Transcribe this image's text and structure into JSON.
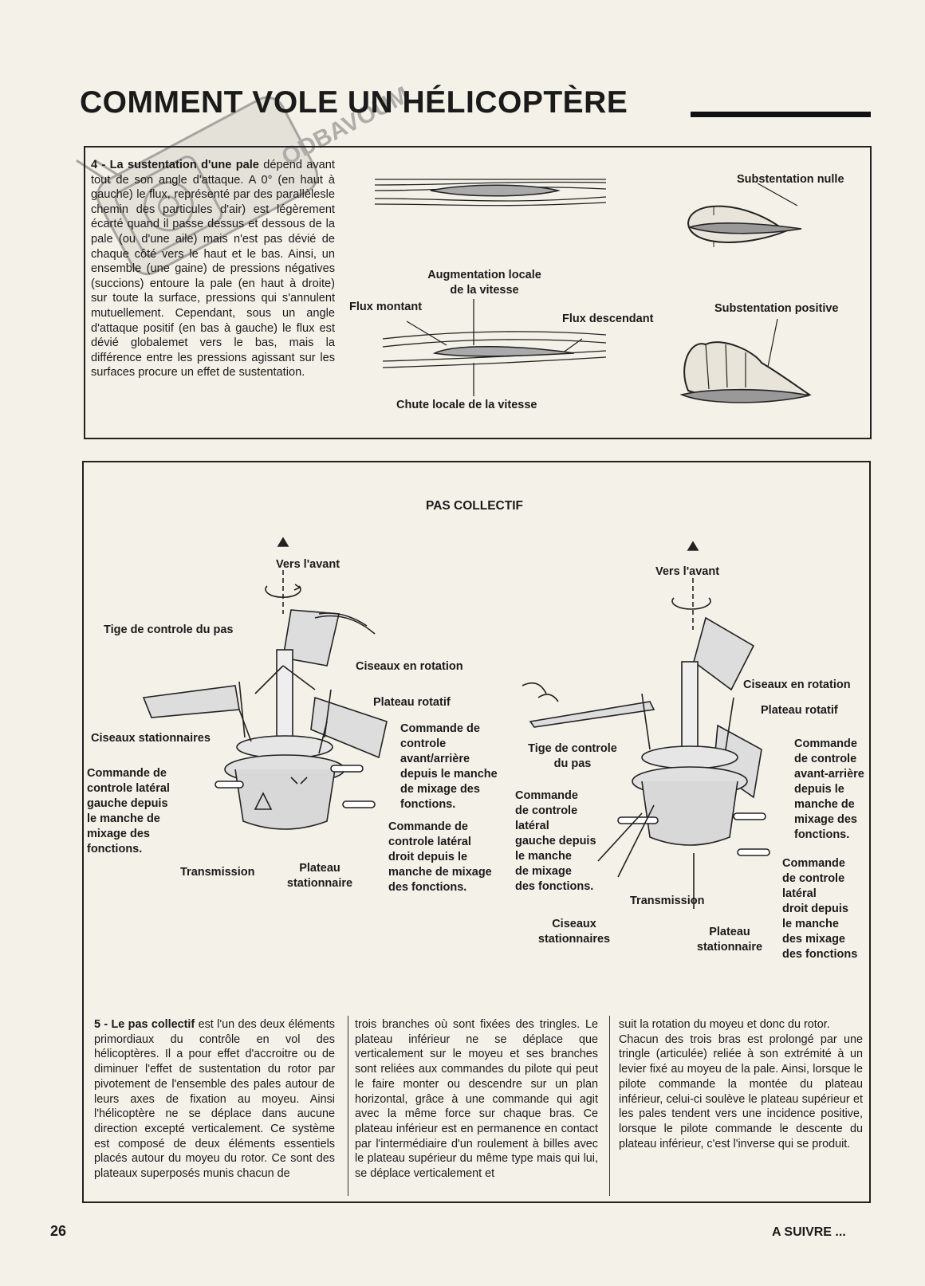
{
  "page": {
    "title": "COMMENT VOLE UN HÉLICOPTÈRE",
    "page_number": "26",
    "continued": "A SUIVRE ...",
    "watermark_text": "ODBAVOUM"
  },
  "section4": {
    "heading": "4 - La sustentation d'une pale",
    "body": "dépend avant tout de son angle d'attaque. A 0° (en haut à gauche) le flux, représenté par des parallèlesle chemin des particules d'air) est légèrement écarté quand il passe dessus et dessous de la pale (ou d'une aile) mais n'est pas dévié de chaque côté vers le haut et le bas. Ainsi, un ensemble (une gaine) de pressions négatives (succions) entoure la pale (en haut à droite) sur toute la surface, pressions qui s'annulent mutuellement. Cependant, sous un angle d'attaque positif (en bas à gauche) le flux est dévié globalemet vers le bas, mais la différence entre les pressions agissant sur les surfaces procure un effet de sustentation.",
    "labels": {
      "lift_zero": "Substentation nulle",
      "lift_positive": "Substentation positive",
      "local_speed_increase_l1": "Augmentation locale",
      "local_speed_increase_l2": "de la vitesse",
      "upflow": "Flux montant",
      "downflow": "Flux descendant",
      "local_speed_drop": "Chute locale de la vitesse"
    }
  },
  "pas_collectif": {
    "heading": "PAS COLLECTIF",
    "left": {
      "forward": "Vers l'avant",
      "pitch_rod": "Tige de controle du pas",
      "rotating_scissors": "Ciseaux en rotation",
      "rotating_plate": "Plateau rotatif",
      "stationary_scissors": "Ciseaux stationnaires",
      "fore_aft_cmd": [
        "Commande de",
        "controle",
        "avant/arrière",
        "depuis le manche",
        "de mixage des",
        "fonctions."
      ],
      "left_lateral_cmd": [
        "Commande de",
        "controle latéral",
        "gauche depuis",
        "le manche de",
        "mixage des",
        "fonctions."
      ],
      "right_lateral_cmd": [
        "Commande de",
        "controle latéral",
        "droit depuis le",
        "manche de mixage",
        "des fonctions."
      ],
      "transmission": "Transmission",
      "stationary_plate": [
        "Plateau",
        "stationnaire"
      ]
    },
    "right": {
      "forward": "Vers l'avant",
      "rotating_scissors": "Ciseaux en rotation",
      "rotating_plate": "Plateau rotatif",
      "pitch_rod": [
        "Tige de controle",
        "du pas"
      ],
      "fore_aft_cmd": [
        "Commande",
        "de controle",
        "avant-arrière",
        "depuis le",
        "manche de",
        "mixage des",
        "fonctions."
      ],
      "left_lateral_cmd": [
        "Commande",
        "de controle",
        "latéral",
        "gauche depuis",
        "le manche",
        "de mixage",
        "des fonctions."
      ],
      "right_lateral_cmd": [
        "Commande",
        "de controle",
        "latéral",
        "droit depuis",
        "le manche",
        "des mixage",
        "des fonctions"
      ],
      "transmission": "Transmission",
      "stationary_scissors": [
        "Ciseaux",
        "stationnaires"
      ],
      "stationary_plate": [
        "Plateau",
        "stationnaire"
      ]
    }
  },
  "section5": {
    "heading": "5 - Le pas collectif",
    "col1": "est l'un des deux éléments primordiaux du contrôle en vol des hélicoptères. Il a pour effet d'accroitre ou de diminuer l'effet de sustentation du rotor par pivotement de l'ensemble des pales autour de leurs axes de fixation au moyeu. Ainsi l'hélicoptère ne se déplace dans aucune direction excepté verticalement. Ce système est composé de deux éléments essentiels placés autour du moyeu du rotor. Ce sont des plateaux superposés munis chacun de",
    "col2": "trois branches où sont fixées des tringles. Le plateau inférieur ne se déplace que verticalement sur le moyeu et ses branches sont reliées aux commandes du pilote qui peut le faire monter ou descendre sur un plan horizontal, grâce à une commande qui agit avec la même force sur chaque bras. Ce plateau inférieur est en permanence en contact par l'intermédiaire d'un roulement à billes avec le plateau supérieur du même type mais qui lui, se déplace verticalement et",
    "col3": "suit la rotation du moyeu et donc du rotor.",
    "col3b": "Chacun des trois bras est prolongé par une tringle (articulée) reliée à son extrémité à un levier fixé au moyeu de la pale. Ainsi, lorsque le pilote commande la montée du plateau inférieur, celui-ci soulève le plateau supérieur et les pales tendent vers une incidence positive, lorsque le pilote commande le descente du plateau inférieur, c'est l'inverse qui se produit."
  }
}
